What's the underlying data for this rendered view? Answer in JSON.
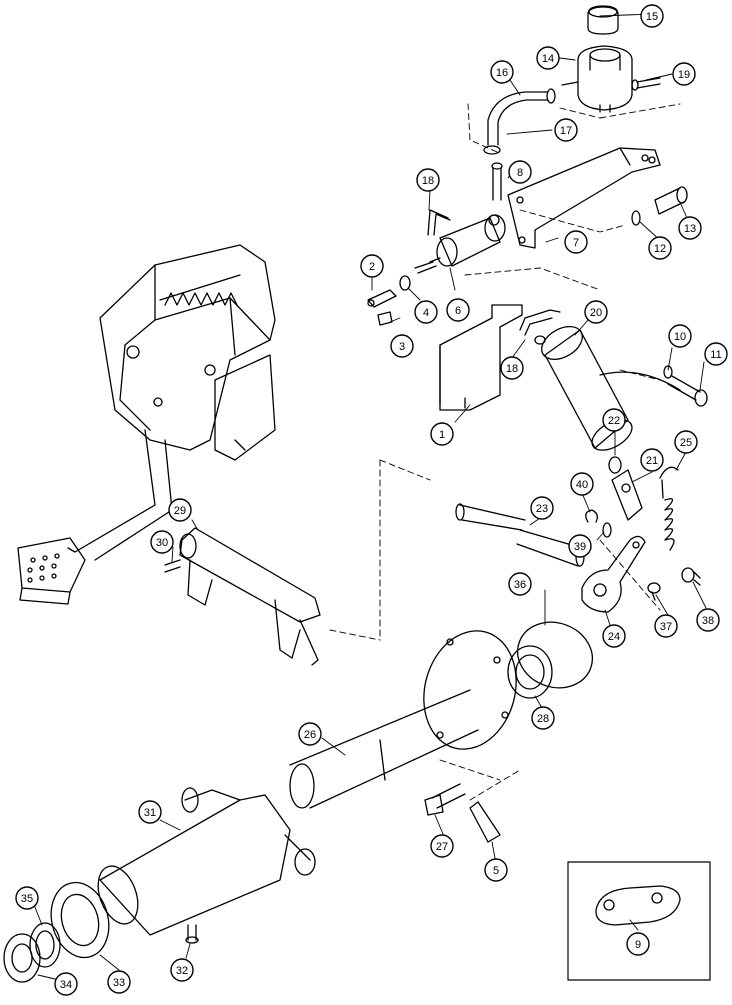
{
  "callouts": [
    {
      "id": "c1",
      "label": "1"
    },
    {
      "id": "c2",
      "label": "2"
    },
    {
      "id": "c3",
      "label": "3"
    },
    {
      "id": "c4",
      "label": "4"
    },
    {
      "id": "c5",
      "label": "5"
    },
    {
      "id": "c6",
      "label": "6"
    },
    {
      "id": "c7",
      "label": "7"
    },
    {
      "id": "c8",
      "label": "8"
    },
    {
      "id": "c9",
      "label": "9"
    },
    {
      "id": "c10",
      "label": "10"
    },
    {
      "id": "c11",
      "label": "11"
    },
    {
      "id": "c12",
      "label": "12"
    },
    {
      "id": "c13",
      "label": "13"
    },
    {
      "id": "c14",
      "label": "14"
    },
    {
      "id": "c15",
      "label": "15"
    },
    {
      "id": "c16",
      "label": "16"
    },
    {
      "id": "c17",
      "label": "17"
    },
    {
      "id": "c18a",
      "label": "18"
    },
    {
      "id": "c18b",
      "label": "18"
    },
    {
      "id": "c19",
      "label": "19"
    },
    {
      "id": "c20",
      "label": "20"
    },
    {
      "id": "c21",
      "label": "21"
    },
    {
      "id": "c22",
      "label": "22"
    },
    {
      "id": "c23",
      "label": "23"
    },
    {
      "id": "c24",
      "label": "24"
    },
    {
      "id": "c25",
      "label": "25"
    },
    {
      "id": "c26",
      "label": "26"
    },
    {
      "id": "c27",
      "label": "27"
    },
    {
      "id": "c28",
      "label": "28"
    },
    {
      "id": "c29",
      "label": "29"
    },
    {
      "id": "c30",
      "label": "30"
    },
    {
      "id": "c31",
      "label": "31"
    },
    {
      "id": "c32",
      "label": "32"
    },
    {
      "id": "c33",
      "label": "33"
    },
    {
      "id": "c34",
      "label": "34"
    },
    {
      "id": "c35",
      "label": "35"
    },
    {
      "id": "c36",
      "label": "36"
    },
    {
      "id": "c37",
      "label": "37"
    },
    {
      "id": "c38",
      "label": "38"
    },
    {
      "id": "c39",
      "label": "39"
    },
    {
      "id": "c40",
      "label": "40"
    }
  ],
  "colors": {
    "line": "#000000",
    "background": "#ffffff",
    "callout_fill": "#ffffff"
  }
}
